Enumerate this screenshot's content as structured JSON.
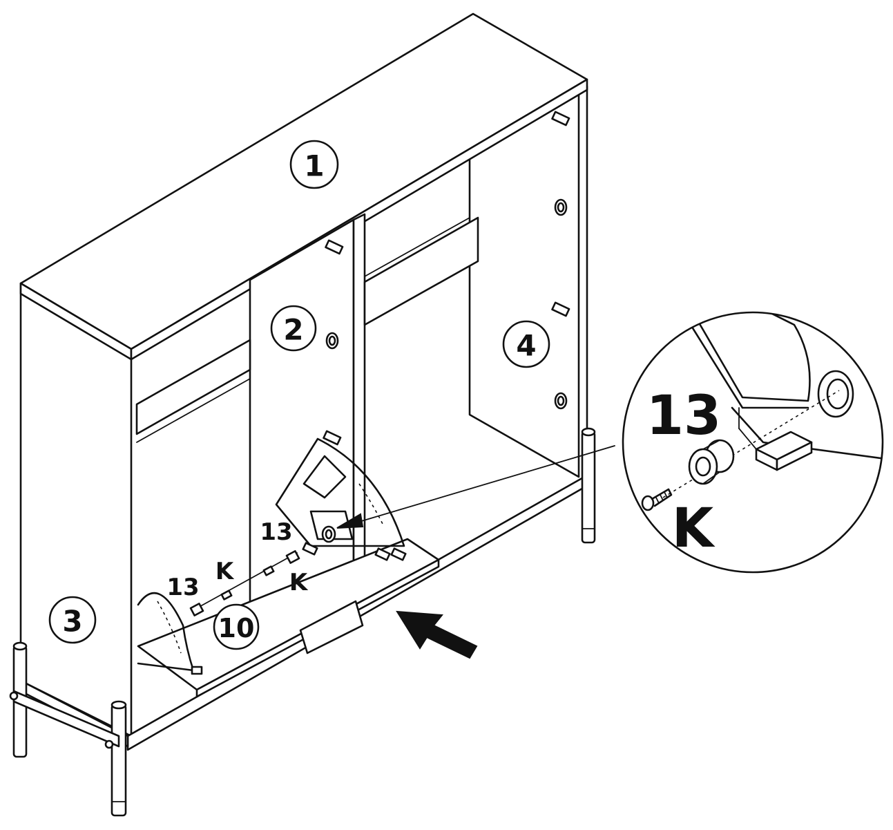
{
  "callouts": {
    "top_panel": "1",
    "middle_divider": "2",
    "left_side_panel": "3",
    "right_side_panel": "4",
    "flap_door": "10"
  },
  "parts_on_flap": {
    "hinge_cup_upper": "13",
    "screw_upper": "K",
    "screw_lower": "K",
    "hinge_cup_lower": "13"
  },
  "detail_view": {
    "part_cup": "13",
    "part_screw": "K"
  },
  "colors": {
    "line": "#111111",
    "background": "#ffffff"
  },
  "icons": [
    "push-arrow-icon",
    "leader-arrow-icon",
    "magnifier-detail-circle"
  ]
}
